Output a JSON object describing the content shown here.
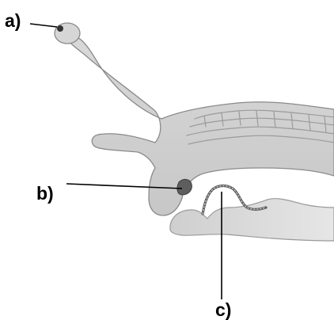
{
  "diagram": {
    "labels": {
      "a": "a)",
      "b": "b)",
      "c": "c)"
    },
    "colors": {
      "body_fill": "#d2d2d2",
      "body_stroke": "#8a8a8a",
      "skin_texture": "#9b9b9b",
      "leader_line": "#000000",
      "eye_spot": "#333333",
      "radula": "#5a5a5a"
    }
  }
}
